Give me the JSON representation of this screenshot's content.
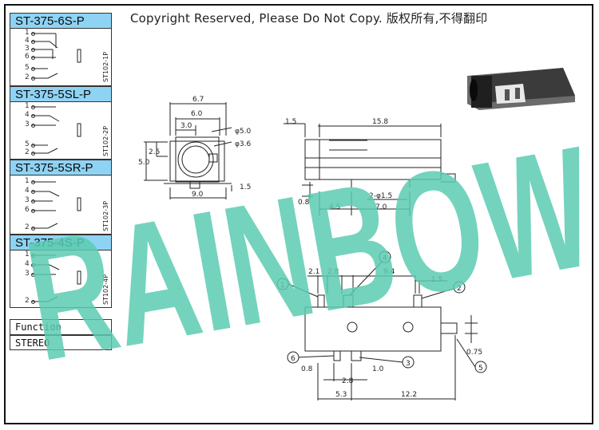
{
  "copyright": "Copyright Reserved, Please Do Not Copy. 版权所有,不得翻印",
  "watermark": "RAINBOW",
  "colors": {
    "title_bg": "#8fd3f4",
    "watermark": "#5ccbb0",
    "line": "#222222"
  },
  "models": [
    {
      "name": "ST-375-6S-P",
      "code": "ST102-1P",
      "pins": [
        "1",
        "4",
        "3",
        "6",
        "5",
        "2"
      ]
    },
    {
      "name": "ST-375-5SL-P",
      "code": "ST102-2P",
      "pins": [
        "1",
        "4",
        "3",
        "5",
        "2"
      ]
    },
    {
      "name": "ST-375-5SR-P",
      "code": "ST102-3P",
      "pins": [
        "1",
        "4",
        "3",
        "6",
        "2"
      ]
    },
    {
      "name": "ST-375-4S-P",
      "code": "ST102-4P",
      "pins": [
        "1",
        "4",
        "3",
        "2"
      ]
    }
  ],
  "function": {
    "header": "Function",
    "value": "STEREO"
  },
  "front_view": {
    "d_width": "6.7",
    "d_6_0": "6.0",
    "d_3_0": "3.0",
    "d_2_5": "2.5",
    "d_5_0": "5.0",
    "d_phi50": "φ5.0",
    "d_phi36": "φ3.6",
    "d_9_0": "9.0",
    "d_1_5": "1.5"
  },
  "side_view": {
    "d_1_5": "1.5",
    "d_15_8": "15.8",
    "d_0_8": "0.8",
    "d_2phi15": "2-φ1.5",
    "d_4_5": "4.5",
    "d_7_0": "7.0"
  },
  "bottom_view": {
    "d_2_1": "2.1",
    "d_2_8_top": "2.8",
    "d_9_4": "9.4",
    "d_1_5": "1.5",
    "d_0_75": "0.75",
    "d_0_8": "0.8",
    "d_2_8_bot": "2.8",
    "d_1_0": "1.0",
    "d_5_3": "5.3",
    "d_12_2": "12.2",
    "callouts": [
      "1",
      "2",
      "3",
      "4",
      "5",
      "6"
    ]
  }
}
